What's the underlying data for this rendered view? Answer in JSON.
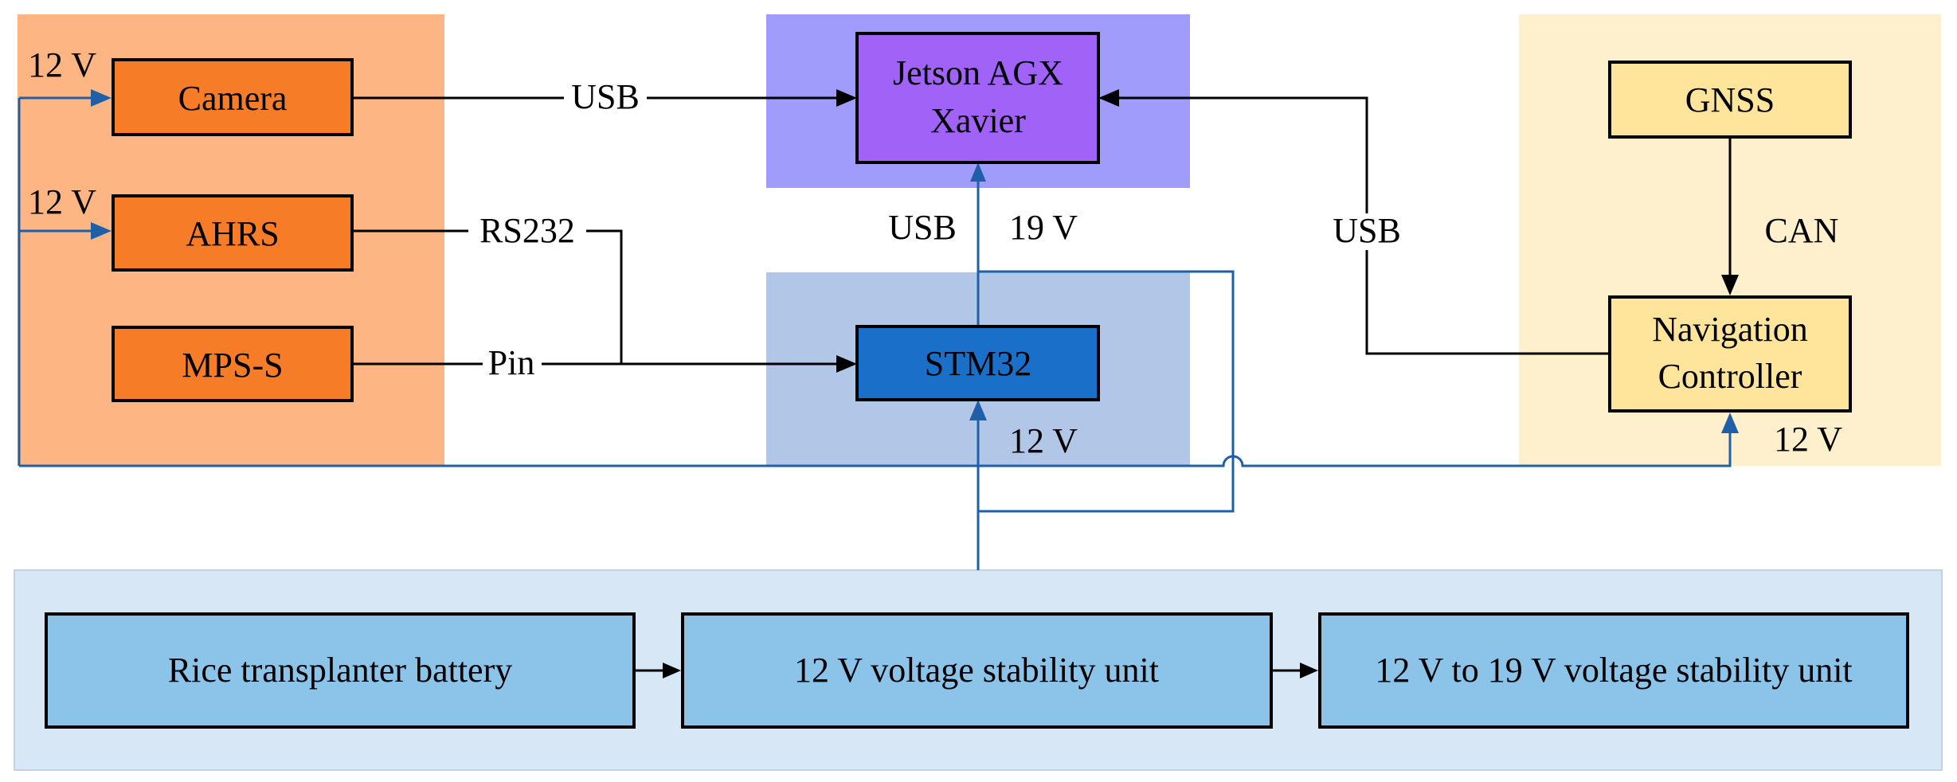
{
  "blocks": {
    "camera": "Camera",
    "ahrs": "AHRS",
    "mps": "MPS-S",
    "jetson_line1": "Jetson AGX",
    "jetson_line2": "Xavier",
    "stm32": "STM32",
    "gnss": "GNSS",
    "nav_line1": "Navigation",
    "nav_line2": "Controller",
    "battery": "Rice transplanter battery",
    "stab12": "12 V voltage stability unit",
    "stab19": "12 V to 19 V voltage stability unit"
  },
  "links": {
    "camera_usb": "USB",
    "ahrs_rs232": "RS232",
    "mps_pin": "Pin",
    "stm_usb": "USB",
    "stm_19v": "19 V",
    "nav_usb": "USB",
    "gnss_can": "CAN"
  },
  "power": {
    "camera_12v": "12 V",
    "ahrs_12v": "12 V",
    "stm_12v": "12 V",
    "nav_12v": "12 V"
  },
  "colors": {
    "sensor_region": "#fdb583",
    "sensor_box": "#f77c27",
    "jetson_region": "#a09cfc",
    "jetson_box": "#a162f8",
    "stm_region": "#b2c6e8",
    "stm_box": "#1a70c8",
    "nav_region": "#fef0cc",
    "nav_box": "#fee59b",
    "power_region": "#d8e7f6",
    "power_box": "#8cc3e8",
    "power_line": "#1f5fa8"
  }
}
